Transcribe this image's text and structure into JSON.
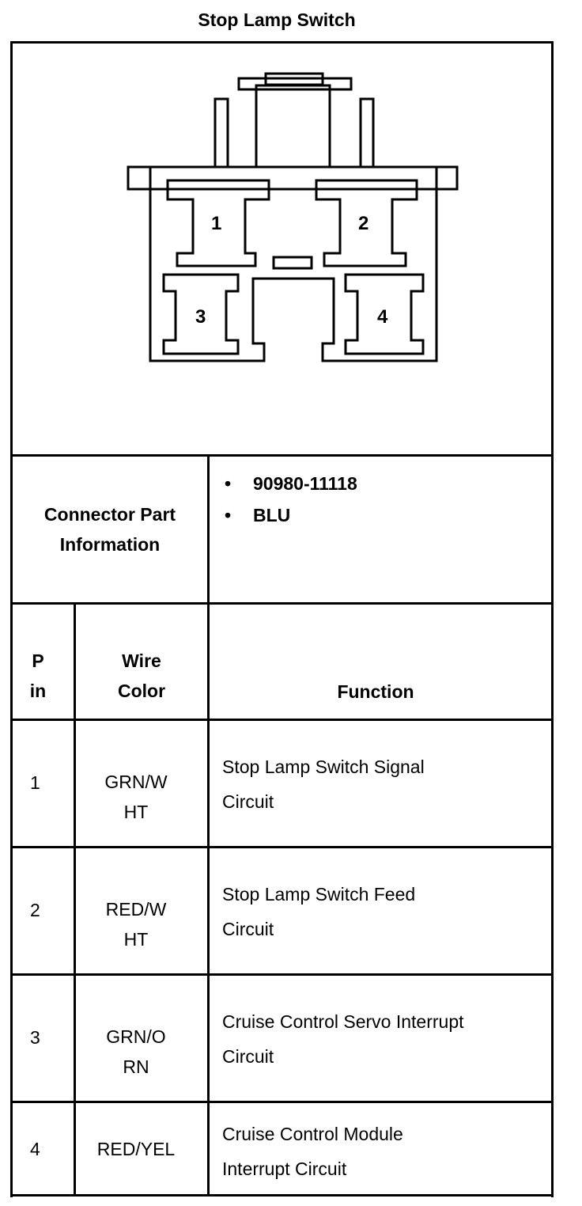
{
  "title": "Stop Lamp Switch",
  "diagram": {
    "pin_labels": [
      "1",
      "2",
      "3",
      "4"
    ]
  },
  "connector": {
    "label_line1": "Connector Part",
    "label_line2": "Information",
    "items": [
      "90980-11118",
      "BLU"
    ]
  },
  "header": {
    "pin_line1": "P",
    "pin_line2": "in",
    "wire_line1": "Wire",
    "wire_line2": "Color",
    "function": "Function"
  },
  "rows": [
    {
      "pin": "1",
      "wire_line1": "GRN/W",
      "wire_line2": "HT",
      "func_line1": "Stop Lamp Switch Signal",
      "func_line2": "Circuit"
    },
    {
      "pin": "2",
      "wire_line1": "RED/W",
      "wire_line2": "HT",
      "func_line1": "Stop Lamp Switch Feed",
      "func_line2": "Circuit"
    },
    {
      "pin": "3",
      "wire_line1": "GRN/O",
      "wire_line2": "RN",
      "func_line1": "Cruise Control Servo Interrupt",
      "func_line2": "Circuit"
    },
    {
      "pin": "4",
      "wire_line1": "RED/YEL",
      "wire_line2": "",
      "func_line1": "Cruise Control Module",
      "func_line2": "Interrupt Circuit"
    }
  ]
}
